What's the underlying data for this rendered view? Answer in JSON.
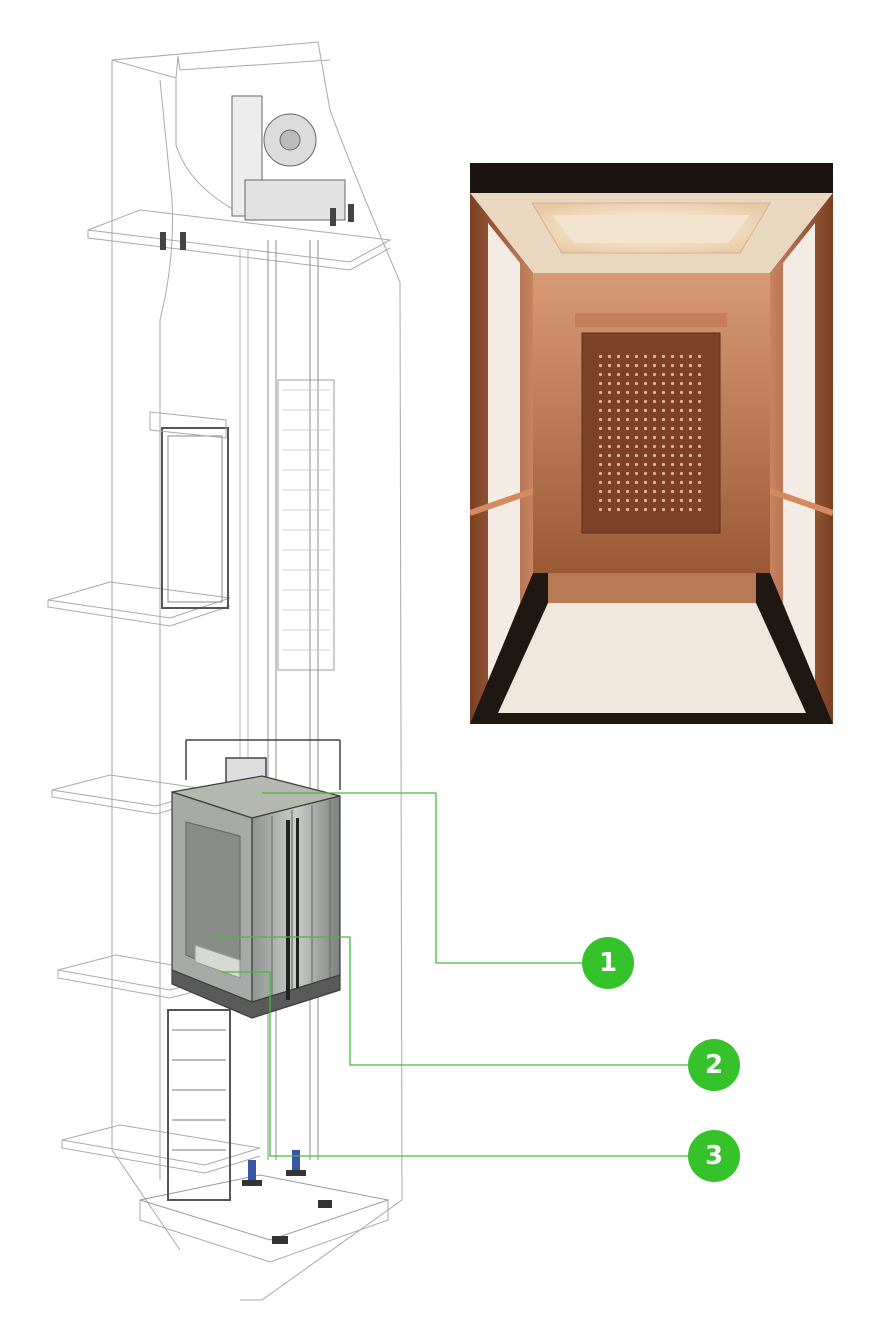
{
  "callouts": [
    {
      "label": "1"
    },
    {
      "label": "2"
    },
    {
      "label": "3"
    }
  ],
  "colors": {
    "callout_green": "#35c22a",
    "callout_line": "#49b83c",
    "drawing_line": "#9a9a9a",
    "cabin_accent": "#b86a45"
  },
  "images": {
    "shaft": "elevator-shaft-cutaway-drawing",
    "cabin": "elevator-cabin-interior-photo"
  }
}
